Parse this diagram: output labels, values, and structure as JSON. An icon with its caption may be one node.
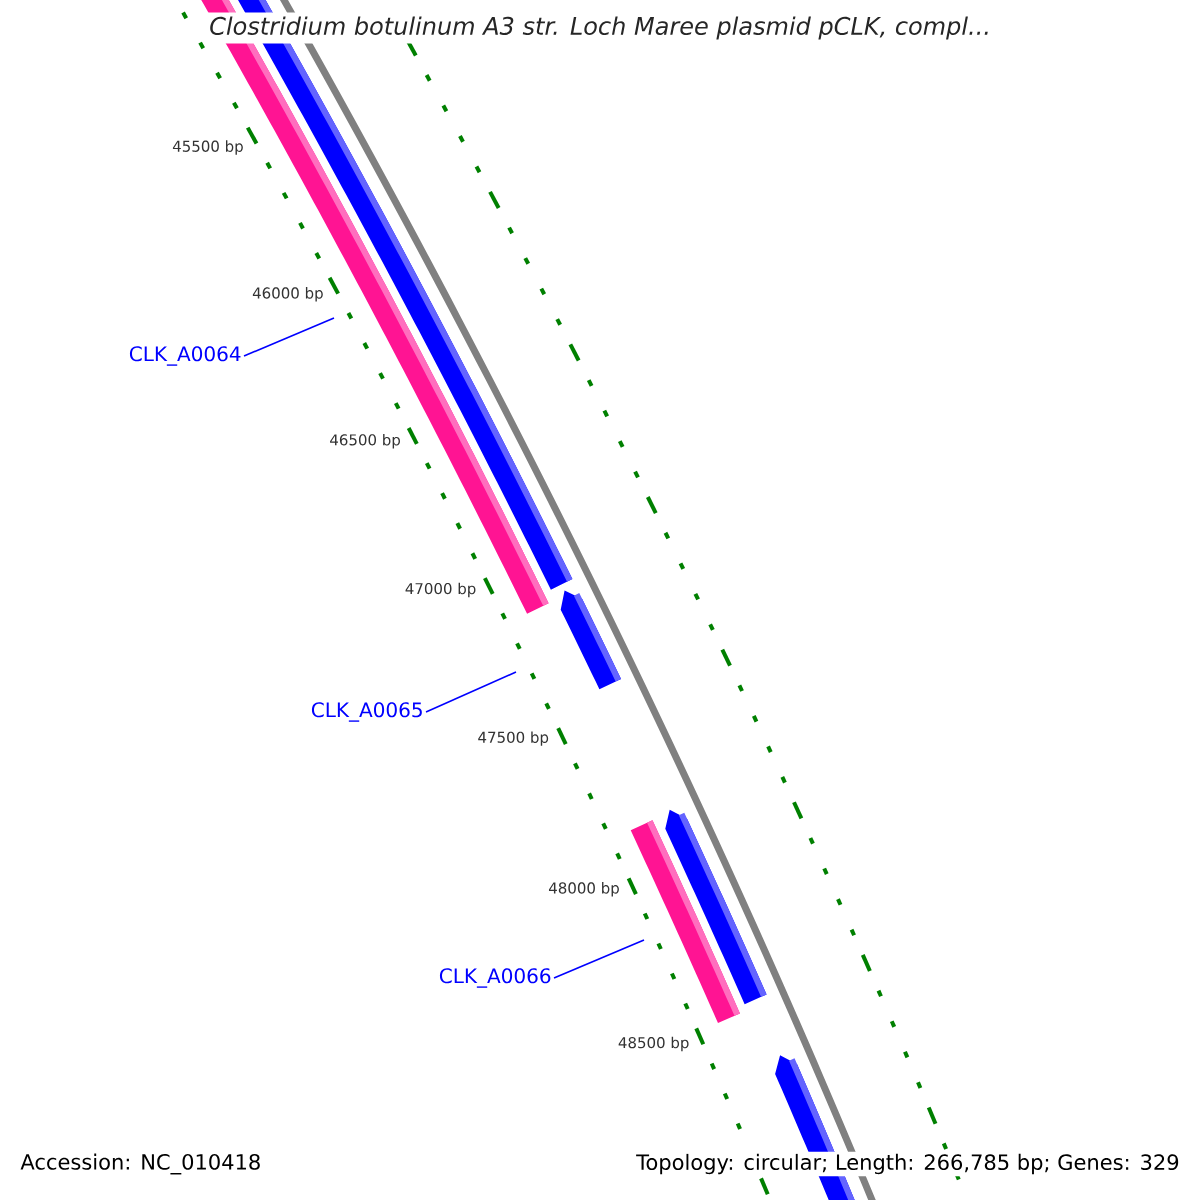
{
  "diagram": {
    "title": "Clostridium botulinum A3 str. Loch Maree plasmid pCLK, compl...",
    "nodes": [
      {
        "text": [
          "CLK_A0064"
        ]
      },
      {
        "text": [
          "CLK_A0065"
        ]
      },
      {
        "text": [
          "CLK_A0066"
        ]
      }
    ],
    "edges": [
      {
        "from": 0,
        "to": null,
        "arrow": "none"
      },
      {
        "from": 1,
        "to": null,
        "arrow": "none"
      },
      {
        "from": 2,
        "to": null,
        "arrow": "none"
      }
    ],
    "labels": [
      "45500 bp",
      "46000 bp",
      "46500 bp",
      "47000 bp",
      "47500 bp",
      "48000 bp",
      "48500 bp",
      "Accession: NC_010418",
      "Topology: circular; Length: 266,785 bp; Genes: 329"
    ]
  }
}
